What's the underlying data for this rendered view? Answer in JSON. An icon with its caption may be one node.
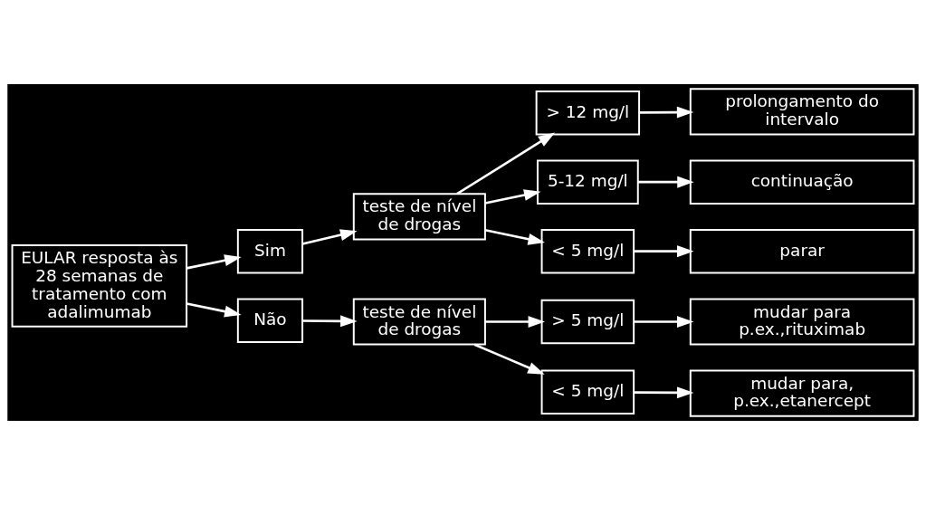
{
  "diagram": {
    "nodes": [
      {
        "text": [
          "EULAR resposta às 28 semanas de tratamento com adalimumab"
        ]
      },
      {
        "text": [
          "Sim"
        ]
      },
      {
        "text": [
          "Não"
        ]
      },
      {
        "text": [
          "teste de nível de drogas"
        ]
      },
      {
        "text": [
          "> 12 mg/l"
        ]
      },
      {
        "text": [
          "5-12 mg/l"
        ]
      },
      {
        "text": [
          "< 5 mg/l"
        ]
      },
      {
        "text": [
          "prolongamento do intervalo"
        ]
      },
      {
        "text": [
          "continuação"
        ]
      },
      {
        "text": [
          "parar"
        ]
      },
      {
        "text": [
          "teste de nível de drogas"
        ]
      },
      {
        "text": [
          "> 5 mg/l"
        ]
      },
      {
        "text": [
          "< 5 mg/l"
        ]
      },
      {
        "text": [
          "mudar para p.ex.,rituximab"
        ]
      },
      {
        "text": [
          "mudar para, p.ex.,etanercept"
        ]
      }
    ],
    "edges": [
      {
        "from": 0,
        "to": 1,
        "arrow": "to"
      },
      {
        "from": 0,
        "to": 2,
        "arrow": "to"
      },
      {
        "from": 1,
        "to": 3,
        "arrow": "to"
      },
      {
        "from": 3,
        "to": 4,
        "arrow": "to"
      },
      {
        "from": 3,
        "to": 5,
        "arrow": "to"
      },
      {
        "from": 3,
        "to": 6,
        "arrow": "to"
      },
      {
        "from": 4,
        "to": 7,
        "arrow": "to"
      },
      {
        "from": 5,
        "to": 8,
        "arrow": "to"
      },
      {
        "from": 6,
        "to": 9,
        "arrow": "to"
      },
      {
        "from": 2,
        "to": 10,
        "arrow": "to"
      },
      {
        "from": 10,
        "to": 11,
        "arrow": "to"
      },
      {
        "from": 10,
        "to": 12,
        "arrow": "to"
      },
      {
        "from": 11,
        "to": 13,
        "arrow": "to"
      },
      {
        "from": 12,
        "to": 14,
        "arrow": "to"
      }
    ]
  }
}
